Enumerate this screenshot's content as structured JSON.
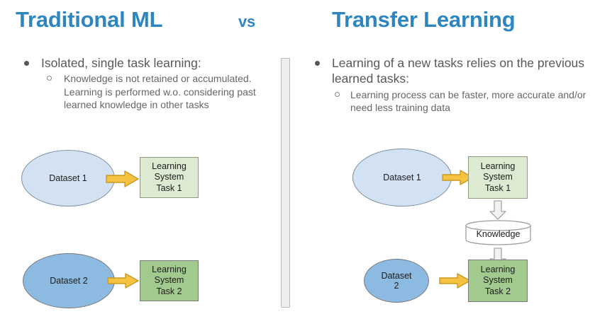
{
  "slide": {
    "background_color": "#ffffff",
    "accent_color": "#2e86c1",
    "body_text_color": "#585858"
  },
  "headings": {
    "left_title": "Traditional ML",
    "versus": "vs",
    "right_title": "Transfer Learning"
  },
  "left_column": {
    "bullet_level1": "Isolated, single task learning:",
    "bullet_level2": "Knowledge is not retained or accumulated. Learning is performed w.o. considering past learned knowledge in other tasks",
    "diagram": {
      "row1": {
        "dataset_label": "Dataset 1",
        "arrow": "gold-right-arrow",
        "task_line1": "Learning",
        "task_line2": "System",
        "task_line3": "Task 1"
      },
      "row2": {
        "dataset_label": "Dataset 2",
        "arrow": "gold-right-arrow",
        "task_line1": "Learning",
        "task_line2": "System",
        "task_line3": "Task 2"
      }
    }
  },
  "right_column": {
    "bullet_level1": "Learning of a new tasks relies on the previous learned tasks:",
    "bullet_level2": "Learning process can be faster, more accurate and/or need less training data",
    "diagram": {
      "row1": {
        "dataset_label": "Dataset 1",
        "arrow": "gold-right-arrow",
        "task_line1": "Learning",
        "task_line2": "System",
        "task_line3": "Task 1"
      },
      "knowledge_store": {
        "label": "Knowledge",
        "arrow_in": "gray-down-arrow",
        "arrow_out": "gray-down-arrow"
      },
      "row2": {
        "dataset_line1": "Dataset",
        "dataset_line2": "2",
        "arrow": "gold-right-arrow",
        "task_line1": "Learning",
        "task_line2": "System",
        "task_line3": "Task 2"
      }
    }
  },
  "colors": {
    "title_blue": "#2e86c1",
    "ellipse_light_fill": "#d2e2f3",
    "ellipse_medium_fill": "#8dbae1",
    "taskbox_light_fill": "#dcead2",
    "taskbox_medium_fill": "#a2ca8e",
    "gold_arrow_fill": "#f5c242",
    "gold_arrow_stroke": "#c99a1f",
    "gray_arrow_fill": "#f2f2f2",
    "gray_arrow_stroke": "#a6a6a6",
    "divider_fill": "#eeeeee",
    "cylinder_fill": "#ffffff"
  }
}
